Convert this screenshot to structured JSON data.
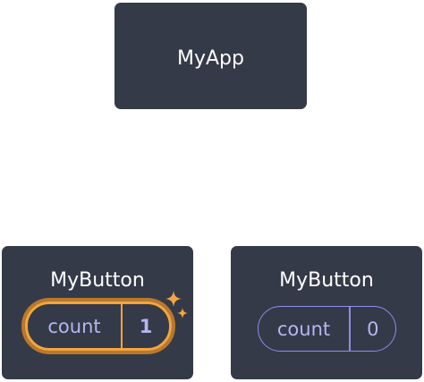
{
  "app_node": {
    "title": "MyApp"
  },
  "button_nodes": [
    {
      "title": "MyButton",
      "state_label": "count",
      "state_value": "1",
      "highlighted": true
    },
    {
      "title": "MyButton",
      "state_label": "count",
      "state_value": "0",
      "highlighted": false
    }
  ],
  "colors": {
    "node_background": "#353a48",
    "highlight": "#f3a63f",
    "state_text": "#b6b6f0",
    "state_border": "#8d8de8"
  },
  "icons": {
    "highlight_marker": "sparkle-icon"
  }
}
